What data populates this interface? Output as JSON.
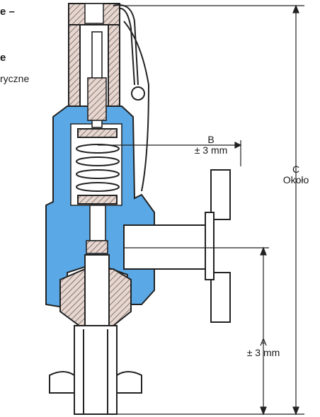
{
  "heading_fragment": "e –",
  "subheading_fragment": "e",
  "text_fragment": "ryczne",
  "dimensions": {
    "b": {
      "letter": "B",
      "tolerance": "± 3 mm"
    },
    "c": {
      "letter": "C",
      "note": "Około"
    },
    "a": {
      "letter": "A",
      "tolerance": "± 3 mm"
    }
  },
  "colors": {
    "body_fill": "#5aa9e6",
    "metal_fill": "#e8d6cf",
    "line": "#222222"
  }
}
